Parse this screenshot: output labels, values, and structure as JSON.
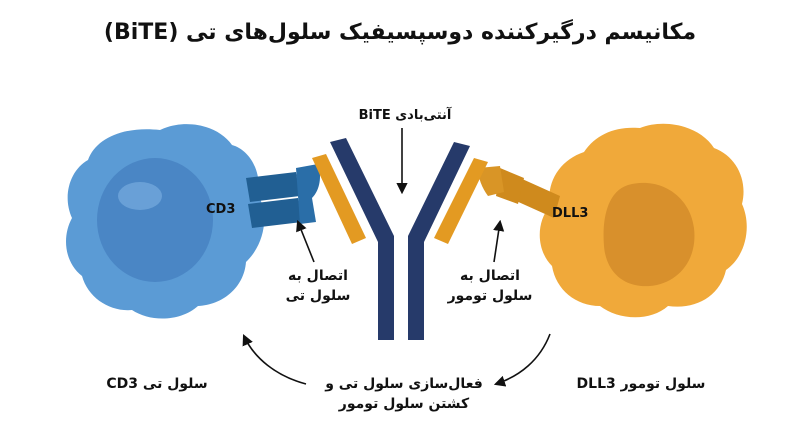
{
  "title": "مکانیسم درگیرکننده دوسپسیفیک سلول‌های تی (BiTE)",
  "bite_label": "آنتی‌بادی BiTE",
  "cd3_receptor": "CD3",
  "dll3_receptor": "DLL3",
  "t_binding": "اتصال به\nسلول تی",
  "tumor_binding": "اتصال به\nسلول تومور",
  "t_cell": "سلول تی CD3",
  "tumor_cell": "سلول تومور DLL3",
  "action": "فعال‌سازی سلول تی و\nکشتن سلول تومور",
  "colors": {
    "t_cell": "#5b9bd5",
    "t_nucleus": "#4a86c5",
    "tumor_cell": "#f0a93a",
    "tumor_nucleus": "#d8902c",
    "antibody": "#263a6a",
    "arm_orange": "#e39a22",
    "receptor_blue": "#215f93",
    "receptor_orange": "#cf8a1d"
  }
}
